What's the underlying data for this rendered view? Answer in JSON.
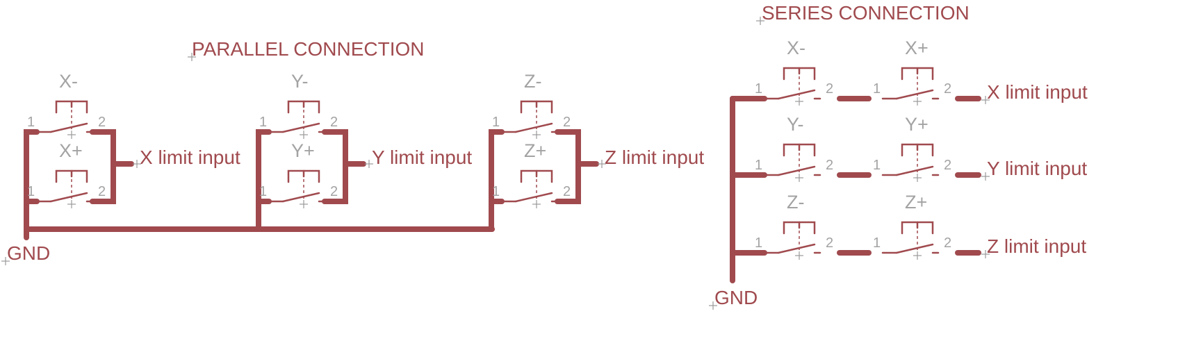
{
  "parallel": {
    "title": "PARALLEL CONNECTION",
    "gnd": "GND",
    "groups": [
      {
        "top": "X-",
        "bottom": "X+",
        "output": "X limit input"
      },
      {
        "top": "Y-",
        "bottom": "Y+",
        "output": "Y limit input"
      },
      {
        "top": "Z-",
        "bottom": "Z+",
        "output": "Z limit input"
      }
    ]
  },
  "series": {
    "title": "SERIES CONNECTION",
    "gnd": "GND",
    "rows": [
      {
        "first": "X-",
        "second": "X+",
        "output": "X limit input"
      },
      {
        "first": "Y-",
        "second": "Y+",
        "output": "Y limit input"
      },
      {
        "first": "Z-",
        "second": "Z+",
        "output": "Z limit input"
      }
    ]
  },
  "pins": {
    "in": "1",
    "out": "2"
  },
  "colors": {
    "wire": "#a04a4e",
    "switch_label": "#a3a3a3"
  }
}
